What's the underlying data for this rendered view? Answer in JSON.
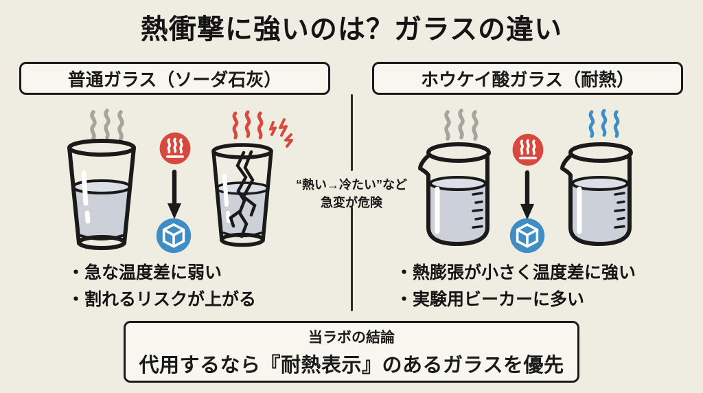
{
  "title": "熱衝撃に強いのは？ガラスの違い",
  "left_panel": {
    "header": "普通ガラス（ソーダ石灰）",
    "bullets": [
      "・急な温度差に弱い",
      "・割れるリスクが上がる"
    ]
  },
  "right_panel": {
    "header": "ホウケイ酸ガラス（耐熱）",
    "bullets": [
      "・熱膨張が小さく温度差に強い",
      "・実験用ビーカーに多い"
    ]
  },
  "center_note": {
    "line1": "“熱い→冷たい”など",
    "line2": "急変が危険"
  },
  "conclusion": {
    "heading": "当ラボの結論",
    "text": "代用するなら『耐熱表示』のあるガラスを優先"
  },
  "icons": {
    "hot": "hot-steam-icon",
    "cold": "ice-cube-icon",
    "arrow": "down-arrow-icon",
    "steam": "steam-wisps-icon",
    "spark": "crack-spark-icon"
  },
  "colors": {
    "background": "#efede2",
    "box_background": "#f8f7ef",
    "ink": "#1a1a1a",
    "accent_red": "#d8483c",
    "accent_blue": "#3e8dc5",
    "steam_gray": "#a6a49c",
    "water_fill": "#ccd1d9"
  }
}
